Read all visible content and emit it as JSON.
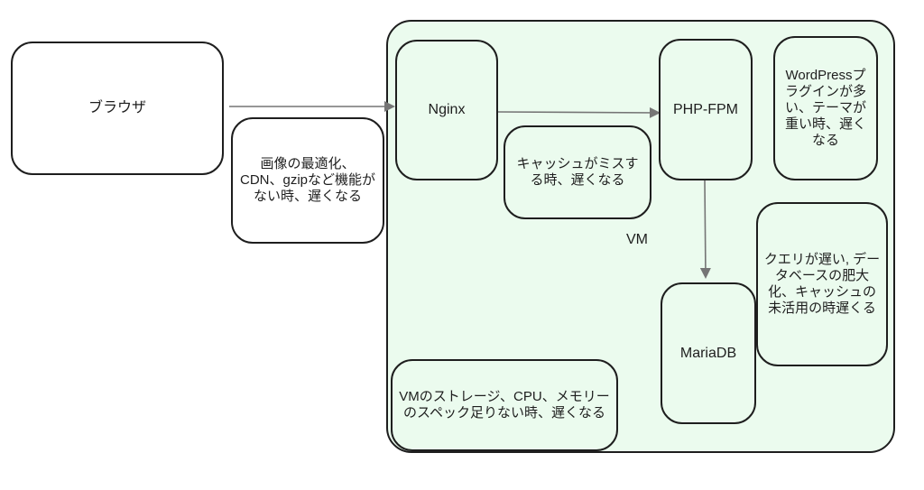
{
  "diagram": {
    "browser": "ブラウザ",
    "vm_label": "VM",
    "nginx": "Nginx",
    "phpfpm": "PHP-FPM",
    "mariadb": "MariaDB",
    "note_frontend": "画像の最適化、CDN、gzipなど機能がない時、遅くなる",
    "note_cache_miss": "キャッシュがミスする時、遅くなる",
    "note_wordpress": "WordPressプラグインが多い、テーマが重い時、遅くなる",
    "note_query": "クエリが遅い, データベースの肥大化、キャッシュの未活用の時遅くる",
    "note_vm_resources": "VMのストレージ、CPU、メモリーのスペック足りない時、遅くなる"
  },
  "colors": {
    "stroke": "#1e1e1e",
    "vm_fill": "#ebfbee",
    "arrow": "#757575"
  }
}
